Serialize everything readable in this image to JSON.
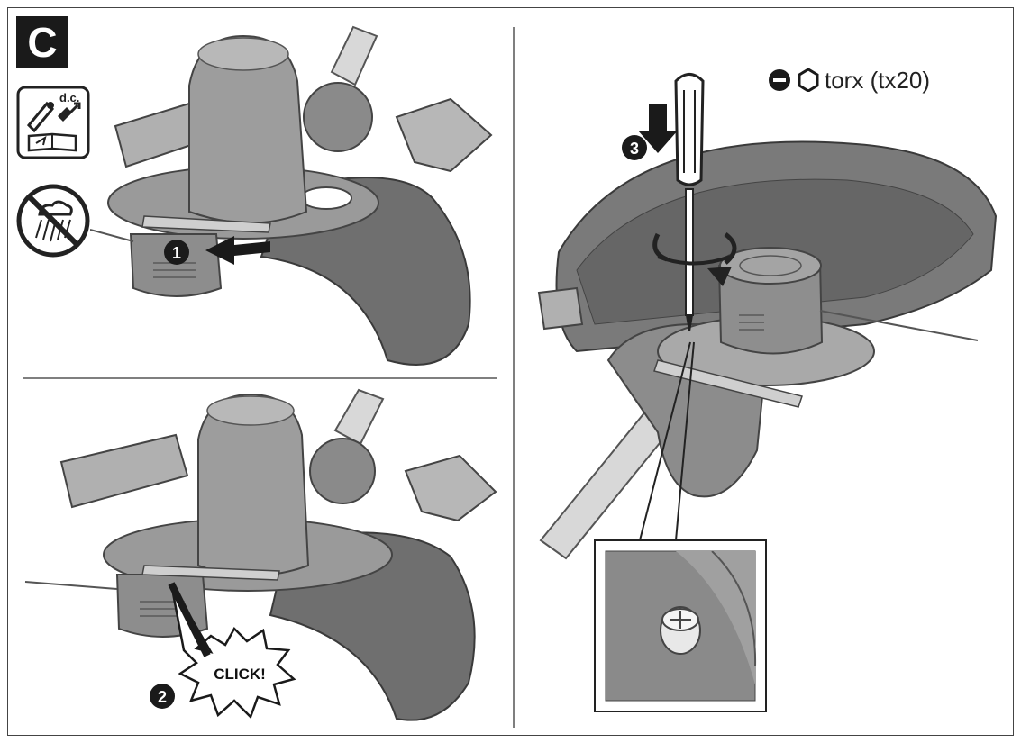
{
  "panel_letter": "C",
  "steps": [
    {
      "number": "1",
      "icon": "push-arrow-icon"
    },
    {
      "number": "2",
      "callout": "CLICK!"
    },
    {
      "number": "3",
      "icon": "down-arrow-icon"
    }
  ],
  "manual_icon": {
    "label": "d.c.",
    "icon": "read-manual-icon"
  },
  "no_water_icon": "no-rain-icon",
  "screwdriver": {
    "types_icons": [
      "flat-head-icon",
      "torx-head-icon"
    ],
    "label": "torx (tx20)"
  },
  "colors": {
    "ink": "#1a1a1a",
    "part_gray": "#7a7a7a",
    "light_gray": "#b8b8b8",
    "background": "#ffffff"
  }
}
